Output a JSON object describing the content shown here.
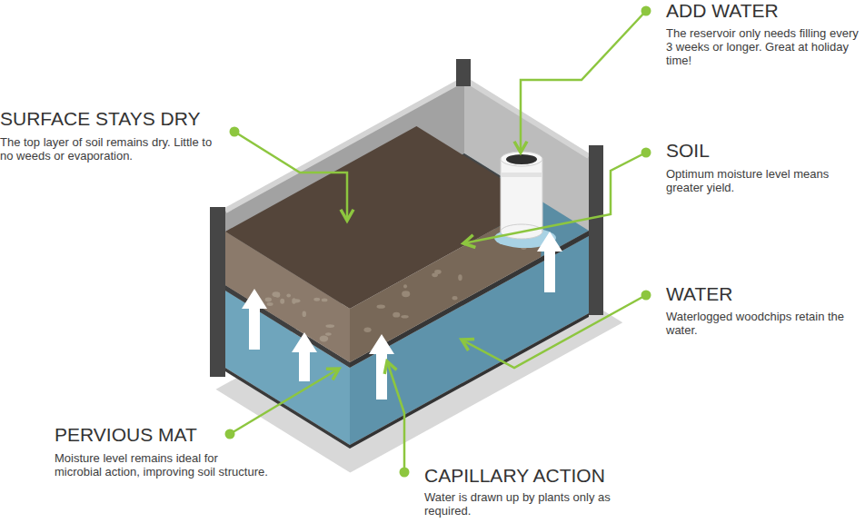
{
  "diagram": {
    "labels": [
      "ADD WATER",
      "The reservoir only needs filling every 3 weeks or longer. Great at holiday time!",
      "SURFACE STAYS DRY",
      "The top layer of soil remains dry. Little to no weeds or evaporation.",
      "SOIL",
      "Optimum moisture level means greater yield.",
      "WATER",
      "Waterlogged woodchips retain the water.",
      "PERVIOUS MAT",
      "Moisture level remains ideal for microbial action, improving soil structure.",
      "CAPILLARY ACTION",
      "Water is drawn up by plants only as required."
    ]
  }
}
